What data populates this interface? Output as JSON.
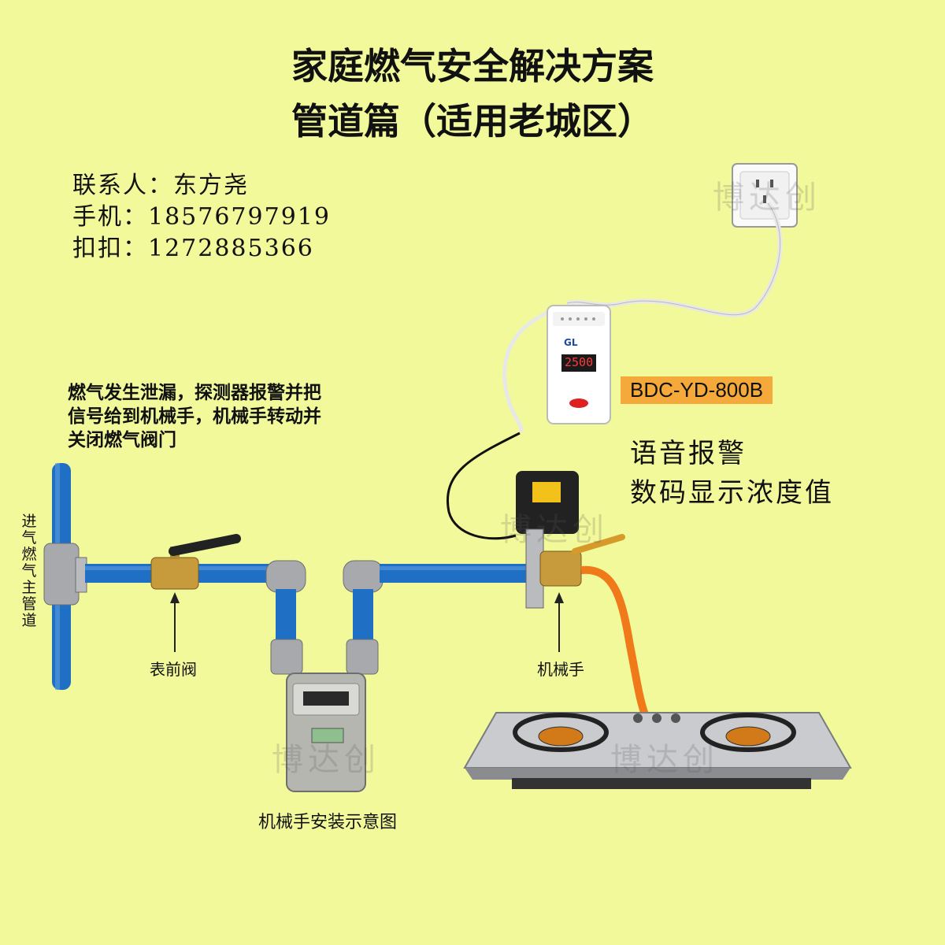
{
  "title": {
    "line1": "家庭燃气安全解决方案",
    "line2": "管道篇（适用老城区）"
  },
  "contact": {
    "person": "联系人：东方尧",
    "phone": "手机：18576797919",
    "qq": "扣扣：1272885366"
  },
  "description": {
    "line1": "燃气发生泄漏，探测器报警并把",
    "line2": "信号给到机械手，机械手转动并",
    "line3": "关闭燃气阀门"
  },
  "detector": {
    "model": "BDC-YD-800B",
    "brand": "GL",
    "display": "2500"
  },
  "features": {
    "line1": "语音报警",
    "line2": "数码显示浓度值"
  },
  "labels": {
    "main_pipe": "进气燃气主管道",
    "meter_valve": "表前阀",
    "manipulator": "机械手",
    "caption": "机械手安装示意图"
  },
  "watermark": "博达创",
  "colors": {
    "background": "#f2f99a",
    "pipe": "#1f6fc4",
    "hose": "#f07a1a",
    "model_badge": "#f4a93a"
  }
}
